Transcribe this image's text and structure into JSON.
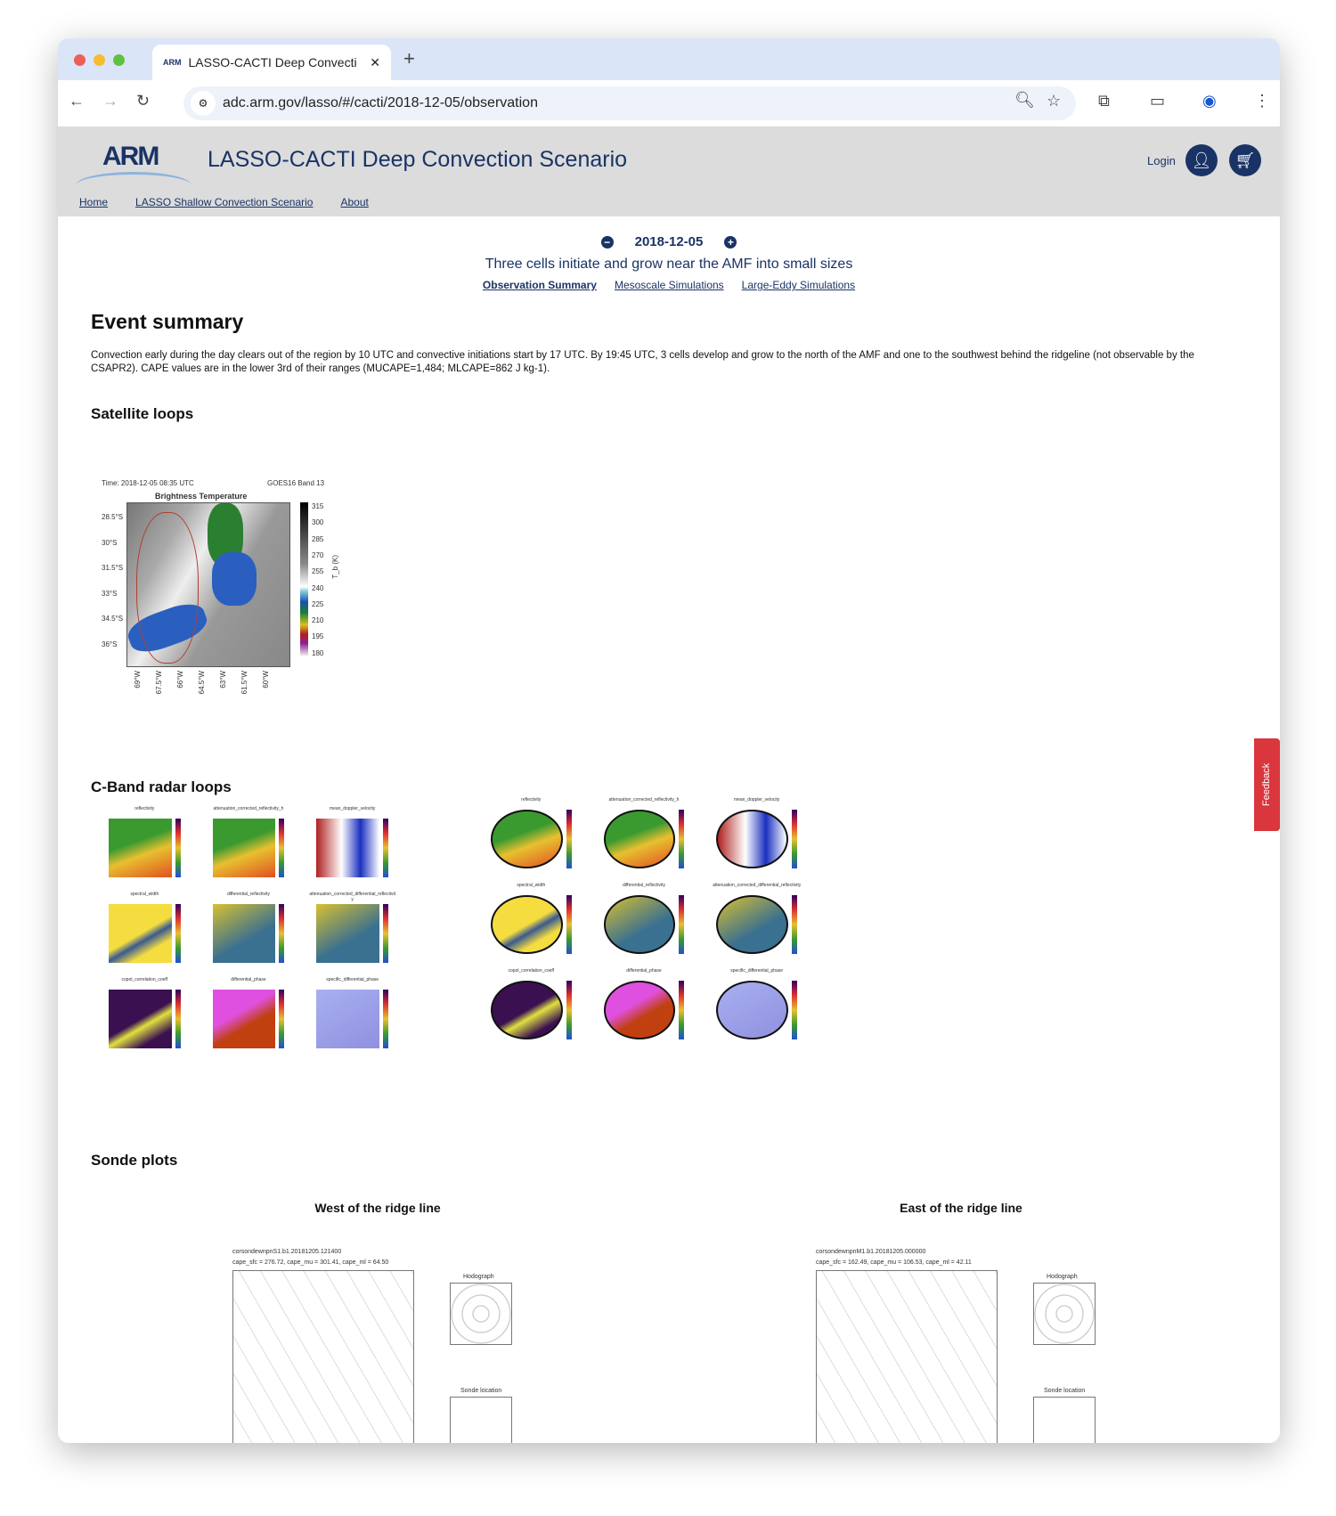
{
  "browser": {
    "tab_title": "LASSO-CACTI Deep Convecti",
    "favicon": "ARM",
    "url": "adc.arm.gov/lasso/#/cacti/2018-12-05/observation"
  },
  "header": {
    "logo": "ARM",
    "title": "LASSO-CACTI Deep Convection Scenario",
    "login": "Login",
    "nav": [
      "Home",
      "LASSO Shallow Convection Scenario",
      "About"
    ]
  },
  "case": {
    "date": "2018-12-05",
    "subtitle": "Three cells initiate and grow near the AMF into small sizes",
    "tabs": [
      "Observation Summary",
      "Mesoscale Simulations",
      "Large-Eddy Simulations"
    ],
    "active_tab": "Observation Summary"
  },
  "event": {
    "heading": "Event summary",
    "text": "Convection early during the day clears out of the region by 10 UTC and convective initiations start by 17 UTC. By 19:45 UTC, 3 cells develop and grow to the north of the AMF and one to the southwest behind the ridgeline (not observable by the CSAPR2). CAPE values are in the lower 3rd of their ranges (MUCAPE=1,484; MLCAPE=862 J kg-1)."
  },
  "satellite": {
    "heading": "Satellite loops",
    "time": "Time: 2018-12-05 08:35 UTC",
    "band": "GOES16 Band 13",
    "title": "Brightness Temperature",
    "yticks": [
      "28.5°S",
      "30°S",
      "31.5°S",
      "33°S",
      "34.5°S",
      "36°S"
    ],
    "xticks": [
      "69°W",
      "67.5°W",
      "66°W",
      "64.5°W",
      "63°W",
      "61.5°W",
      "60°W"
    ],
    "cticks": [
      "315",
      "300",
      "285",
      "270",
      "255",
      "240",
      "225",
      "210",
      "195",
      "180"
    ],
    "clabel": "T_b (K)"
  },
  "radar": {
    "heading": "C-Band radar loops",
    "fields": [
      "reflectivity",
      "attenuation_corrected_reflectivity_h",
      "mean_doppler_velocity",
      "spectral_width",
      "differential_reflectivity",
      "attenuation_corrected_differential_reflectivity",
      "copol_correlation_coeff",
      "differential_phase",
      "specific_differential_phase"
    ]
  },
  "sonde": {
    "heading": "Sonde plots",
    "west": {
      "title": "West of the ridge line",
      "file": "corsondewnpnS1.b1.20181205.121400",
      "cape": "cape_sfc = 276.72, cape_mu = 301.41, cape_ml = 64.50"
    },
    "east": {
      "title": "East of the ridge line",
      "file": "corsondewnpnM1.b1.20181205.000000",
      "cape": "cape_sfc = 162.49, cape_mu = 106.53, cape_ml = 42.11"
    },
    "hodograph": "Hodograph",
    "location": "Sonde location"
  },
  "feedback": "Feedback",
  "colors": {
    "brand": "#1a3366",
    "header_bg": "#dcdcdc",
    "feedback": "#d9363e"
  }
}
